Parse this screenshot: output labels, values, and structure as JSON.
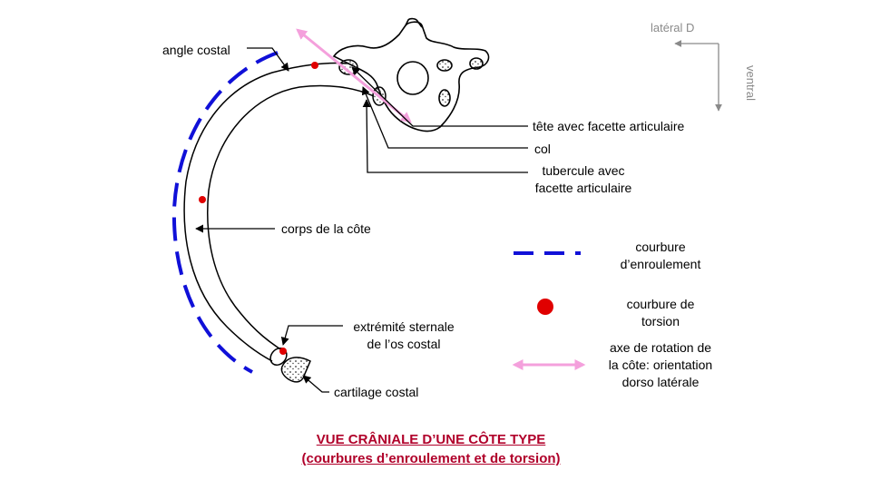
{
  "title": {
    "line1": "VUE CRÂNIALE D’UNE CÔTE TYPE",
    "line2": "(courbures d’enroulement et de torsion)"
  },
  "orientation": {
    "lateral": "latéral D",
    "ventral": "ventral"
  },
  "labels": {
    "angle_costal": "angle costal",
    "tete": "tête avec facette articulaire",
    "col": "col",
    "tubercule_1": "tubercule avec",
    "tubercule_2": "facette articulaire",
    "corps": "corps de la côte",
    "extremite_1": "extrémité sternale",
    "extremite_2": "de l’os costal",
    "cartilage": "cartilage  costal"
  },
  "legend": {
    "enroulement_1": "courbure",
    "enroulement_2": "d’enroulement",
    "torsion_1": "courbure de",
    "torsion_2": "torsion",
    "axe_1": "axe de rotation de",
    "axe_2": "la côte: orientation",
    "axe_3": "dorso latérale"
  },
  "colors": {
    "enroulement": "#1010d8",
    "torsion": "#e00000",
    "axe": "#f4a0dc",
    "title": "#b0002a",
    "orientation": "#8a8a8a"
  }
}
